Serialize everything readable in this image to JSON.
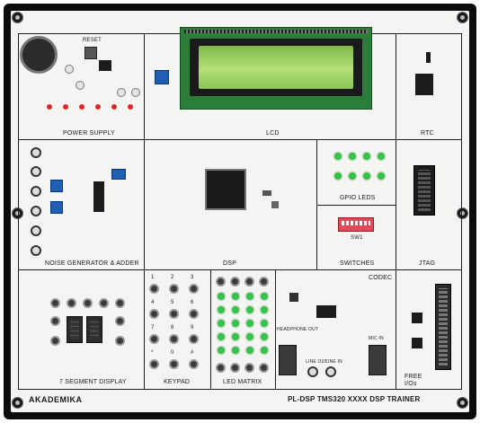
{
  "board": {
    "brand": "AKADEMIKA",
    "model": "PL-DSP   TMS320 XXXX DSP TRAINER",
    "colors": {
      "frame": "#0c0c0c",
      "panel": "#f4f5f3",
      "led_green": "#39c24a",
      "led_red": "#e0262a",
      "pot_blue": "#1e5fb3",
      "dip_red": "#e24a5a",
      "lcd_green": "#9bd45a"
    }
  },
  "sections": {
    "power_supply": "POWER SUPPLY",
    "lcd": "LCD",
    "rtc": "RTC",
    "noise_generator": "NOISE GENERATOR & ADDER",
    "dsp": "DSP",
    "gpio_leds": "GPIO LEDS",
    "switches": "SWITCHES",
    "jtag": "JTAG",
    "seven_segment": "7 SEGMENT DISPLAY",
    "keypad": "KEYPAD",
    "led_matrix": "LED MATRIX",
    "codec": "CODEC",
    "free_ios": "FREE I/Os"
  },
  "labels": {
    "reset": "RESET",
    "sw1": "SW1",
    "headphone_out": "HEADPHONE OUT",
    "mic_in": "MIC IN",
    "line_out": "LINE OUT",
    "line_in": "LINE IN"
  },
  "keypad_keys": [
    "1",
    "2",
    "3",
    "4",
    "5",
    "6",
    "7",
    "8",
    "9",
    "*",
    "0",
    "#"
  ]
}
